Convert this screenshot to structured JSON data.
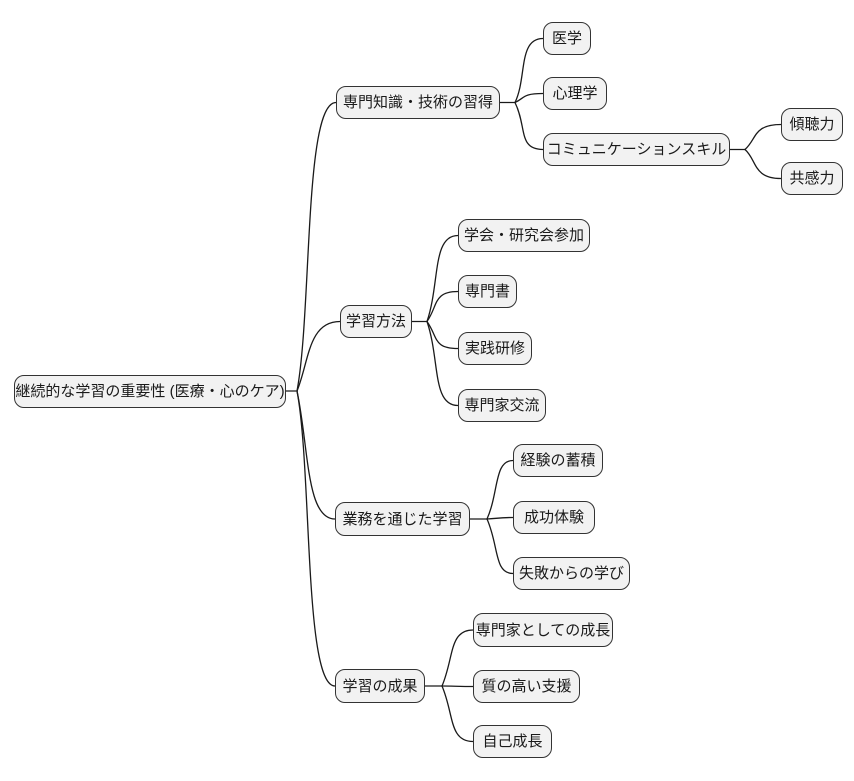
{
  "diagram": {
    "type": "mindmap",
    "background": "#ffffff",
    "node_style": {
      "fill": "#f2f2f2",
      "border_color": "#333333",
      "text_color": "#1a1a1a",
      "edge_color": "#1a1a1a"
    },
    "root": {
      "label": "継続的な学習の重要性 (医療・心のケア)"
    },
    "branches": [
      {
        "label": "専門知識・技術の習得",
        "children": [
          {
            "label": "医学"
          },
          {
            "label": "心理学"
          },
          {
            "label": "コミュニケーションスキル",
            "children": [
              {
                "label": "傾聴力"
              },
              {
                "label": "共感力"
              }
            ]
          }
        ]
      },
      {
        "label": "学習方法",
        "children": [
          {
            "label": "学会・研究会参加"
          },
          {
            "label": "専門書"
          },
          {
            "label": "実践研修"
          },
          {
            "label": "専門家交流"
          }
        ]
      },
      {
        "label": "業務を通じた学習",
        "children": [
          {
            "label": "経験の蓄積"
          },
          {
            "label": "成功体験"
          },
          {
            "label": "失敗からの学び"
          }
        ]
      },
      {
        "label": "学習の成果",
        "children": [
          {
            "label": "専門家としての成長"
          },
          {
            "label": "質の高い支援"
          },
          {
            "label": "自己成長"
          }
        ]
      }
    ]
  }
}
